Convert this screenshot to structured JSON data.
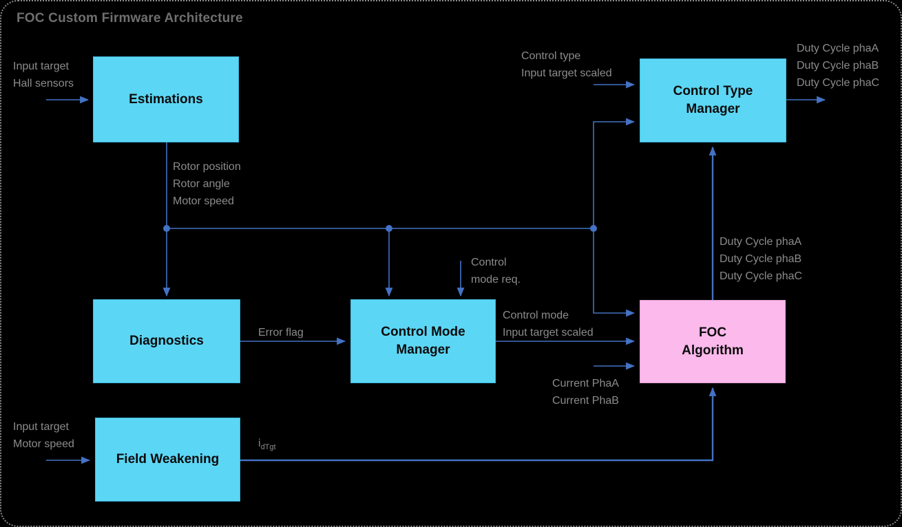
{
  "title": "FOC Custom Firmware Architecture",
  "colors": {
    "background": "#000000",
    "canvas_border_dotted": "#8C8C8C",
    "block_cyan": "#5CD6F5",
    "block_pink": "#FBB9EC",
    "connector_blue": "#4472C4",
    "label_gray": "#8C8C8C",
    "title_gray": "#6F6F6F",
    "block_text": "#0B0B0B"
  },
  "blocks": {
    "estimations": {
      "label": "Estimations"
    },
    "control_type_manager": {
      "label": "Control Type\nManager"
    },
    "diagnostics": {
      "label": "Diagnostics"
    },
    "control_mode_manager": {
      "label": "Control Mode\nManager"
    },
    "foc_algorithm": {
      "label": "FOC\nAlgorithm"
    },
    "field_weakening": {
      "label": "Field Weakening"
    }
  },
  "labels": {
    "estimations_inputs": "Input target\nHall sensors",
    "estimations_outputs": "Rotor position\nRotor angle\nMotor speed",
    "control_type_inputs": "Control type\nInput target scaled",
    "duty_cycle_outputs": "Duty Cycle phaA\nDuty Cycle phaB\nDuty Cycle phaC",
    "control_mode_request": "Control\nmode req.",
    "error_flag": "Error flag",
    "control_mode_outputs": "Control mode\nInput target scaled",
    "current_inputs": "Current PhaA\nCurrent PhaB",
    "duty_cycle_feedback": "Duty Cycle phaA\nDuty Cycle phaB\nDuty Cycle phaC",
    "field_weakening_inputs": "Input target\nMotor speed",
    "idtgt_base": "i",
    "idtgt_sub": "dTgt"
  }
}
